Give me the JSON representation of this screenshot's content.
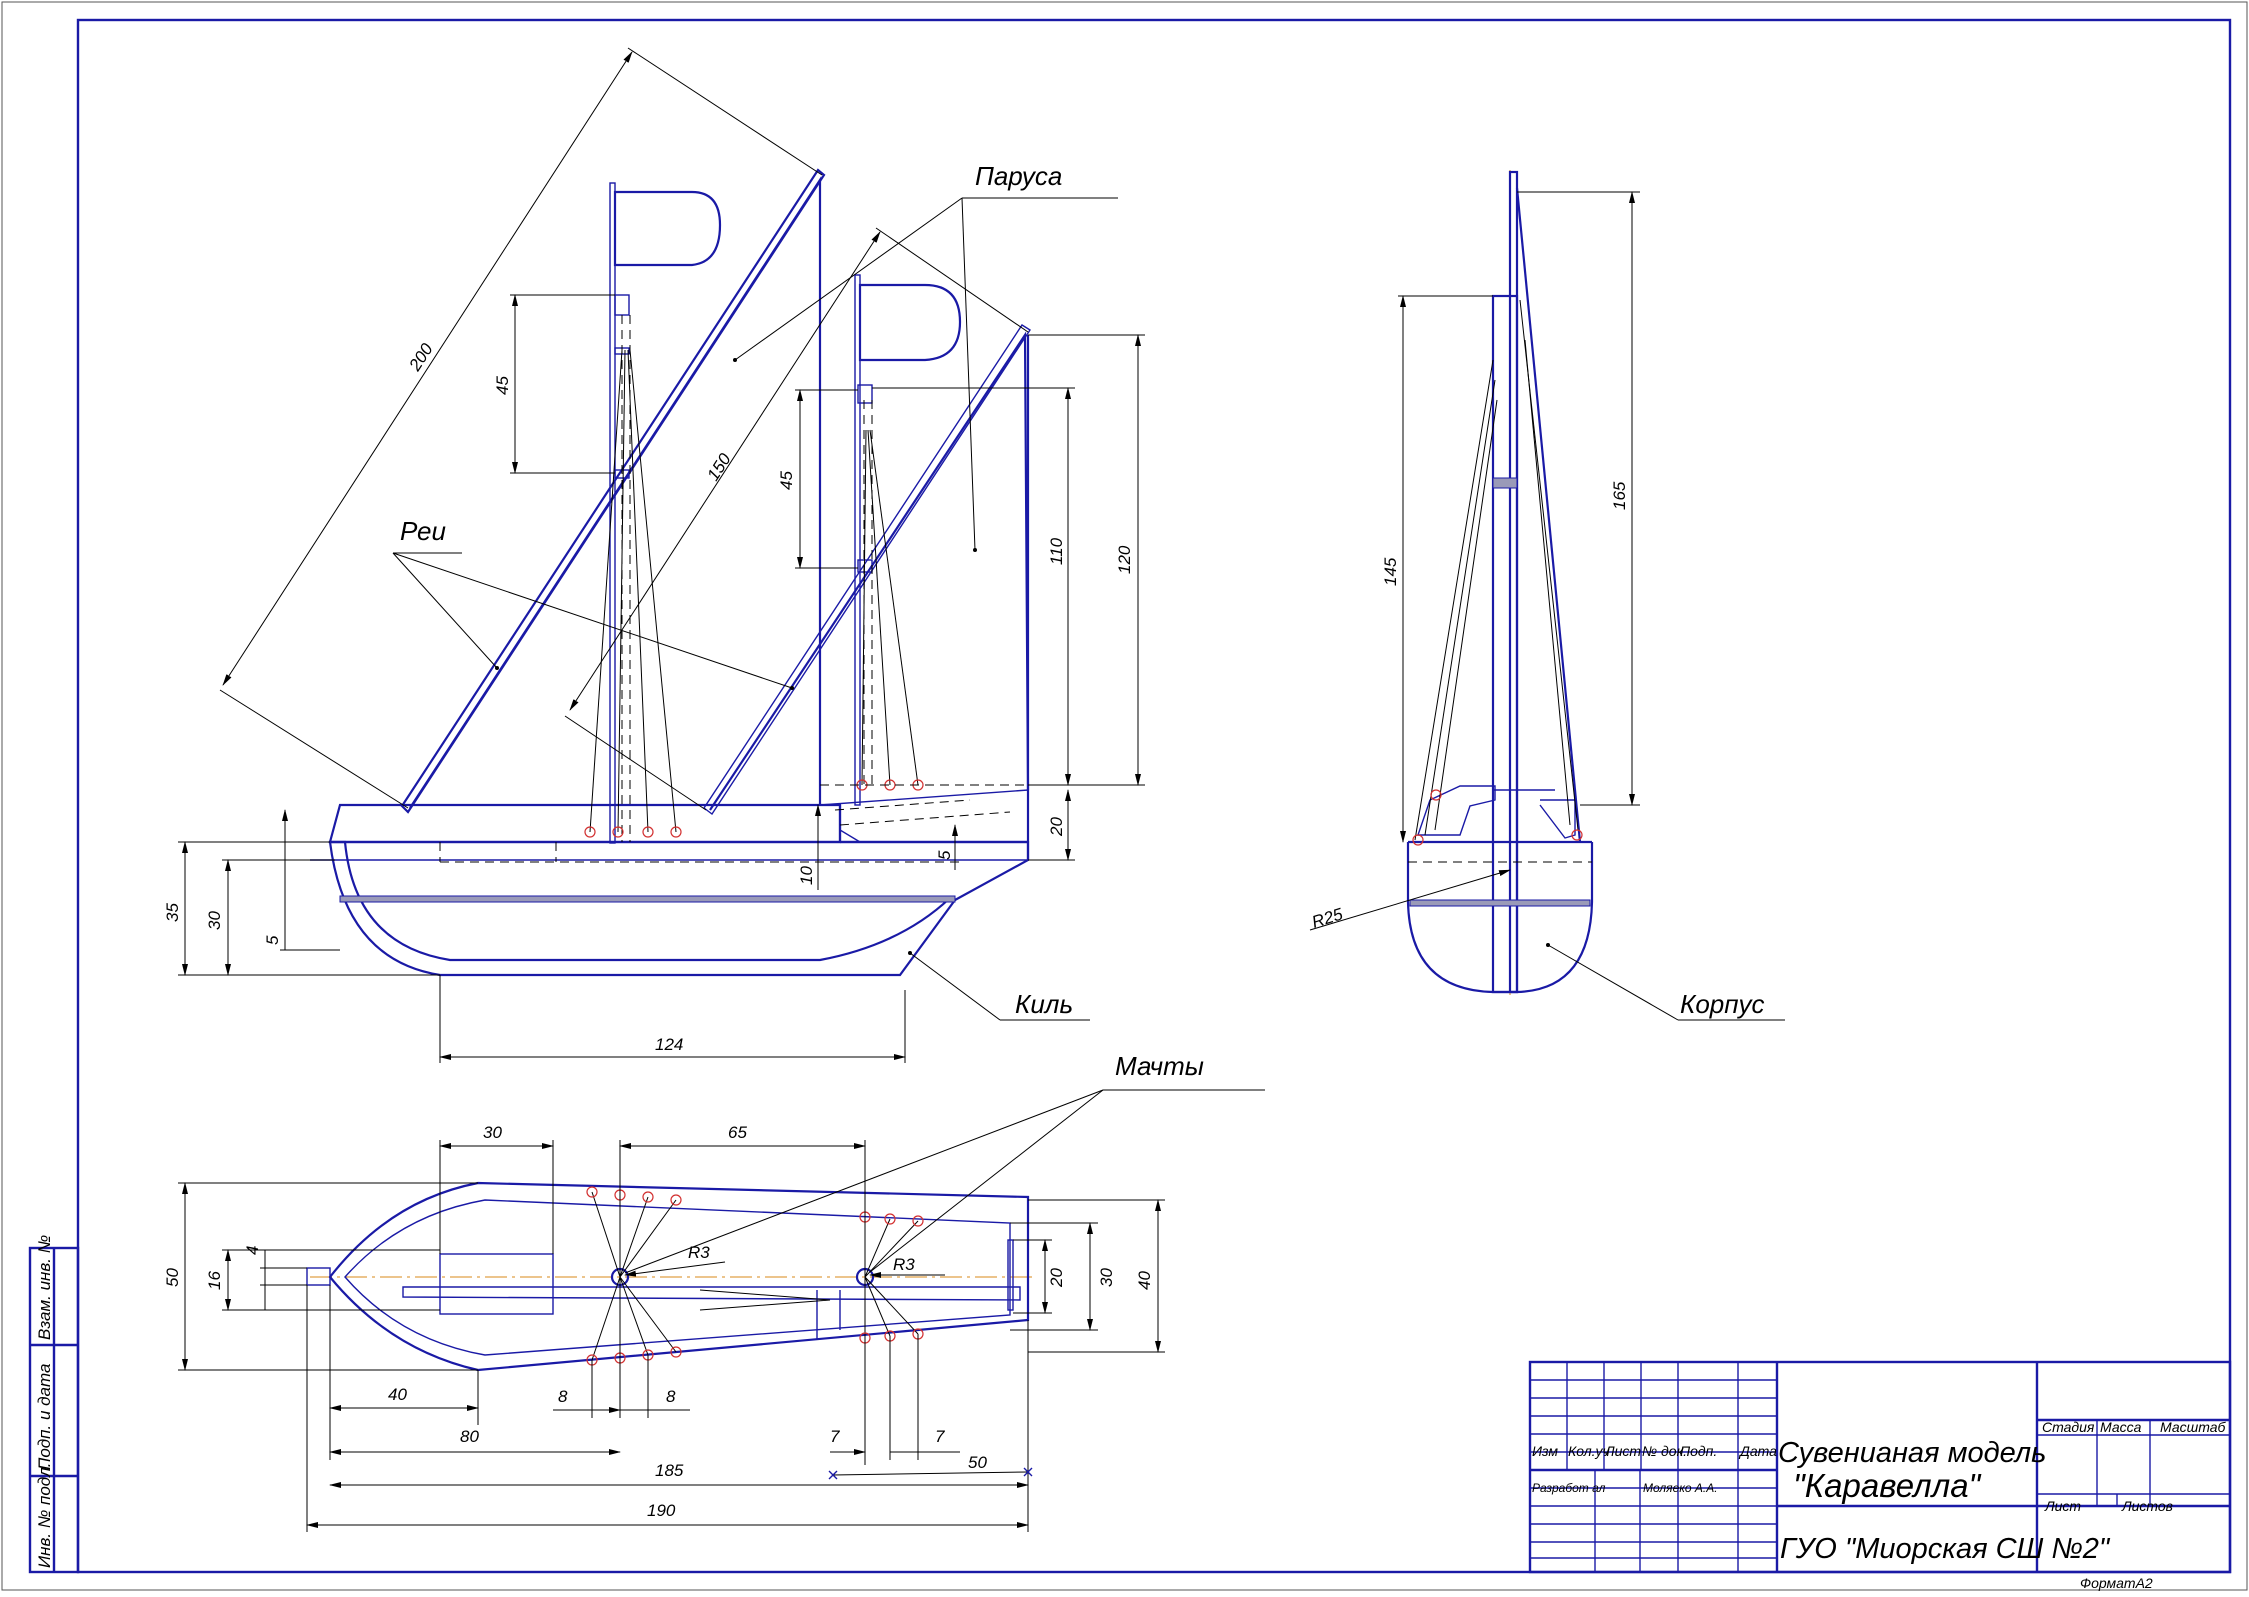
{
  "labels": {
    "sails": "Паруса",
    "yards": "Реи",
    "keel": "Киль",
    "hull": "Корпус",
    "masts": "Мачты"
  },
  "dimensions": {
    "side": {
      "yard_len_1": "200",
      "yard_len_2": "150",
      "mast1_top": "45",
      "mast2_top": "45",
      "d110": "110",
      "d120": "120",
      "d20": "20",
      "d10": "10",
      "d5_deck": "5",
      "d35": "35",
      "d30": "30",
      "d5": "5",
      "d124": "124"
    },
    "front": {
      "d145": "145",
      "d165": "165",
      "r25": "R25"
    },
    "top": {
      "d30": "30",
      "d65": "65",
      "d50": "50",
      "d16": "16",
      "d4": "4",
      "d20": "20",
      "d30b": "30",
      "d40": "40",
      "r3a": "R3",
      "r3b": "R3",
      "d40b": "40",
      "d8a": "8",
      "d8b": "8",
      "d80": "80",
      "d7a": "7",
      "d7b": "7",
      "d185": "185",
      "d50b": "50",
      "d190": "190"
    }
  },
  "title_block": {
    "col_headers": [
      "Изм",
      "Кол.уч",
      "Лист",
      "№ док.",
      "Подп.",
      "Дата"
    ],
    "developed_label": "Разработ ал",
    "developer": "Моляеко А.А.",
    "title_line1": "Сувенианая модель",
    "title_line2": "\"Каравелла\"",
    "stage": "Стадия",
    "mass": "Масса",
    "scale": "Масштаб",
    "sheet": "Лист",
    "sheets": "Листов",
    "organization": "ГУО \"Миорская СШ №2\"",
    "format": "ФорматА2"
  },
  "margin_stamps": {
    "inv_orig": "Инв. № подл.",
    "sign_date": "Подп. и дата",
    "vzam_inv": "Взам. инв. №"
  }
}
